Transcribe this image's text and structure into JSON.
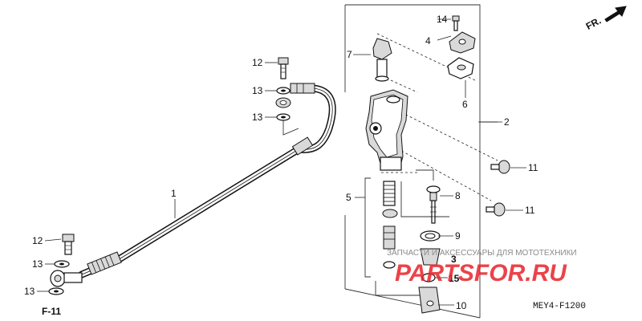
{
  "diagram": {
    "direction_label": "FR.",
    "figure_code": "MEY4-F1200",
    "reference_label": "F-11",
    "callouts": {
      "c1": "1",
      "c2": "2",
      "c3": "3",
      "c4": "4",
      "c5": "5",
      "c6": "6",
      "c7": "7",
      "c8": "8",
      "c9": "9",
      "c10": "10",
      "c11a": "11",
      "c11b": "11",
      "c12a": "12",
      "c12b": "12",
      "c13a": "13",
      "c13b": "13",
      "c13c": "13",
      "c13d": "13",
      "c14": "14",
      "c15": "15"
    }
  },
  "watermark": {
    "tagline": "ЗАПЧАСТИ И АКСЕССУАРЫ ДЛЯ МОТОТЕХНИКИ",
    "logo": "PARTSFOR.RU"
  },
  "colors": {
    "ink": "#111111",
    "watermark_red": "#e8232a",
    "watermark_gray": "#8a8a8a"
  }
}
